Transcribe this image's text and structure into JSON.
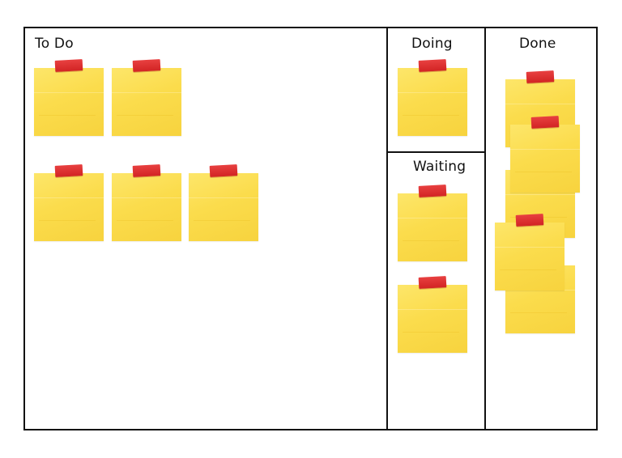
{
  "board": {
    "columns": [
      {
        "id": "todo",
        "title": "To Do",
        "note_count": 5
      },
      {
        "id": "doing",
        "title": "Doing",
        "note_count": 1
      },
      {
        "id": "waiting",
        "title": "Waiting",
        "note_count": 2
      },
      {
        "id": "done",
        "title": "Done",
        "note_count": 5
      }
    ]
  },
  "colors": {
    "note": "#fbdc4c",
    "tape": "#d92b2b",
    "border": "#111111"
  }
}
